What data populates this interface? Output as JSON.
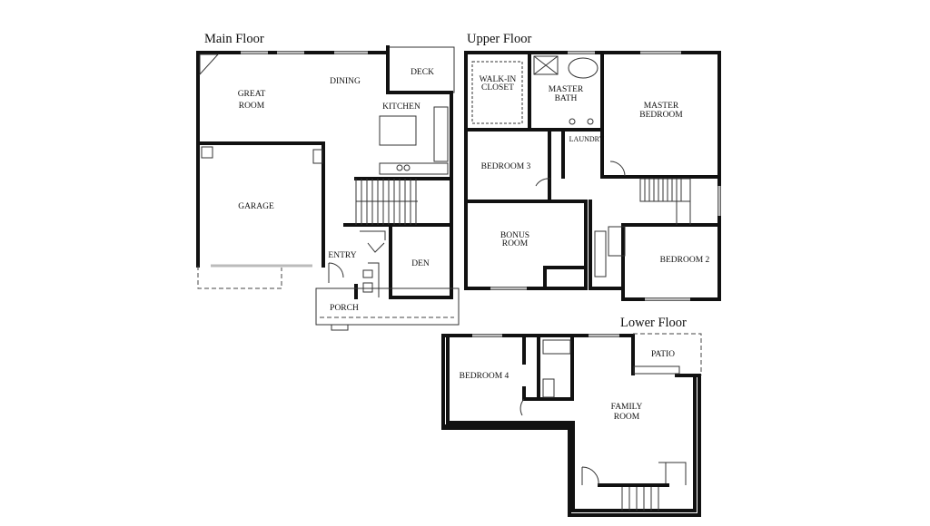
{
  "floors": {
    "main": {
      "title": "Main Floor",
      "rooms": {
        "great_room_1": "GREAT",
        "great_room_2": "ROOM",
        "dining": "DINING",
        "deck": "DECK",
        "kitchen": "KITCHEN",
        "garage": "GARAGE",
        "entry": "ENTRY",
        "den": "DEN",
        "porch": "PORCH"
      }
    },
    "upper": {
      "title": "Upper Floor",
      "rooms": {
        "walkin_1": "WALK-IN",
        "walkin_2": "CLOSET",
        "master_bath_1": "MASTER",
        "master_bath_2": "BATH",
        "master_bed_1": "MASTER",
        "master_bed_2": "BEDROOM",
        "laundry": "LAUNDRY",
        "bedroom3": "BEDROOM 3",
        "bonus_1": "BONUS",
        "bonus_2": "ROOM",
        "bedroom2": "BEDROOM 2"
      }
    },
    "lower": {
      "title": "Lower Floor",
      "rooms": {
        "bedroom4": "BEDROOM 4",
        "patio": "PATIO",
        "family_1": "FAMILY",
        "family_2": "ROOM"
      }
    }
  }
}
